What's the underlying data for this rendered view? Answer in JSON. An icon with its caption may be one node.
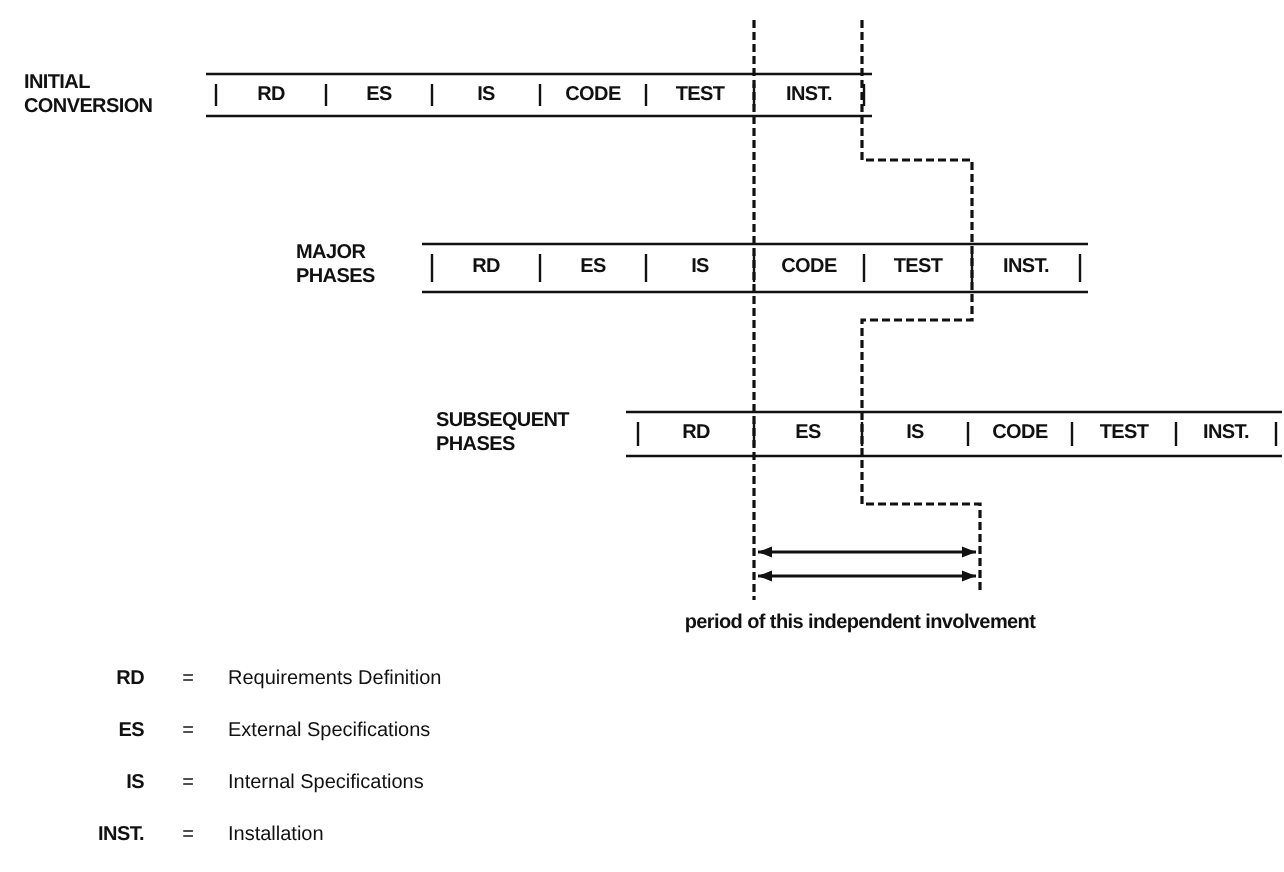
{
  "diagram": {
    "labels": [
      "INITIAL CONVERSION",
      "RD",
      "ES",
      "IS",
      "CODE",
      "TEST",
      "INST.",
      "MAJOR PHASES",
      "RD",
      "ES",
      "IS",
      "CODE",
      "TEST",
      "INST.",
      "SUBSEQUENT PHASES",
      "RD",
      "ES",
      "IS",
      "CODE",
      "TEST",
      "INST.",
      "period of this independent involvement",
      "RD",
      "=",
      "Requirements Definition",
      "ES",
      "=",
      "External Specifications",
      "IS",
      "=",
      "Internal Specifications",
      "INST.",
      "=",
      "Installation"
    ]
  }
}
